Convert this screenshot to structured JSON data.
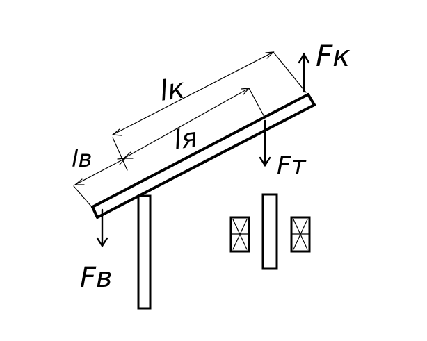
{
  "labels": {
    "lk": "lк",
    "ly": "lя",
    "lv": "lв",
    "fk": "Fк",
    "ft": "Fт",
    "fv": "Fв"
  }
}
